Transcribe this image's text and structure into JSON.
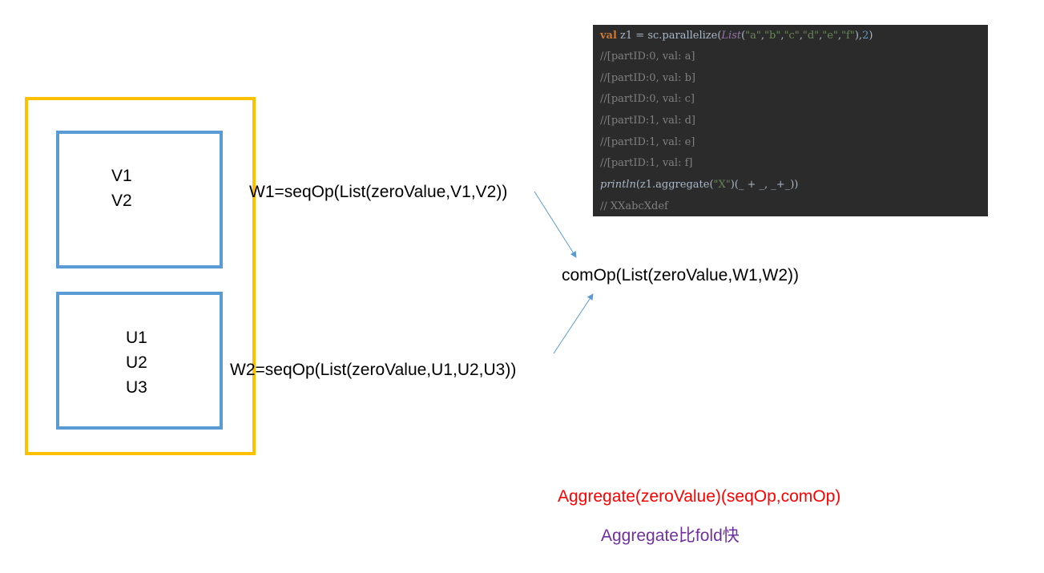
{
  "partitions": {
    "first": [
      "V1",
      "V2"
    ],
    "second": [
      "U1",
      "U2",
      "U3"
    ]
  },
  "labels": {
    "w1": "W1=seqOp(List(zeroValue,V1,V2))",
    "w2": "W2=seqOp(List(zeroValue,U1,U2,U3))",
    "combine": "comOp(List(zeroValue,W1,W2))"
  },
  "code": {
    "line1": {
      "kw": "val",
      "a": " z1 = sc.parallelize(",
      "type": "List",
      "b": "(",
      "s1": "\"a\"",
      "c1": ",",
      "s2": "\"b\"",
      "c2": ",",
      "s3": "\"c\"",
      "c3": ",",
      "s4": "\"d\"",
      "c4": ",",
      "s5": "\"e\"",
      "c5": ",",
      "s6": "\"f\"",
      "c6": "),",
      "num": "2",
      "end": ")"
    },
    "comments": [
      "//[partID:0, val: a]",
      "//[partID:0, val: b]",
      "//[partID:0, val: c]",
      "//[partID:1, val: d]",
      "//[partID:1, val: e]",
      "//[partID:1, val: f]"
    ],
    "print_line": {
      "fn": "println",
      "a": "(z1.aggregate(",
      "str": "\"X\"",
      "b": ")(_ + _, _+_))"
    },
    "result": "// XXabcXdef"
  },
  "notes": {
    "signature": "Aggregate(zeroValue)(seqOp,comOp)",
    "remark": "Aggregate比fold快"
  },
  "colors": {
    "outer_border": "#FFC000",
    "partition_border": "#5B9BD5",
    "arrow": "#5B9BD5",
    "signature": "#FF0000",
    "remark": "#7030A0",
    "code_bg": "#2B2B2B"
  }
}
